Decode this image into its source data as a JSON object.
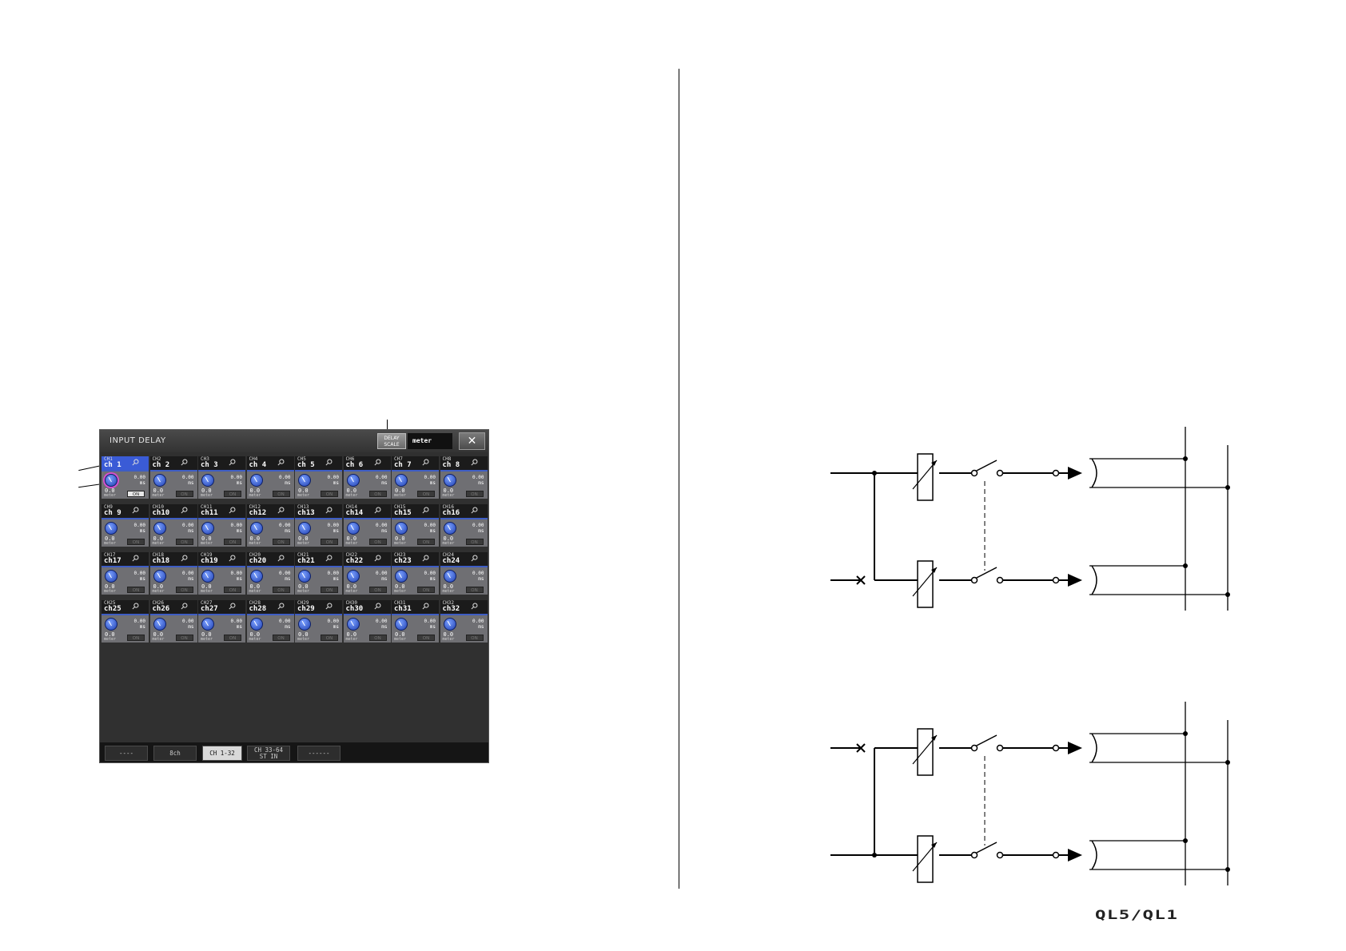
{
  "screen": {
    "title": "INPUT DELAY",
    "scale_button_label_1": "DELAY",
    "scale_button_label_2": "SCALE",
    "scale_value": "meter",
    "close_label": "✕",
    "channels": [
      {
        "id": "CH1",
        "name": "ch 1"
      },
      {
        "id": "CH2",
        "name": "ch 2"
      },
      {
        "id": "CH3",
        "name": "ch 3"
      },
      {
        "id": "CH4",
        "name": "ch 4"
      },
      {
        "id": "CH5",
        "name": "ch 5"
      },
      {
        "id": "CH6",
        "name": "ch 6"
      },
      {
        "id": "CH7",
        "name": "ch 7"
      },
      {
        "id": "CH8",
        "name": "ch 8"
      },
      {
        "id": "CH9",
        "name": "ch 9"
      },
      {
        "id": "CH10",
        "name": "ch10"
      },
      {
        "id": "CH11",
        "name": "ch11"
      },
      {
        "id": "CH12",
        "name": "ch12"
      },
      {
        "id": "CH13",
        "name": "ch13"
      },
      {
        "id": "CH14",
        "name": "ch14"
      },
      {
        "id": "CH15",
        "name": "ch15"
      },
      {
        "id": "CH16",
        "name": "ch16"
      },
      {
        "id": "CH17",
        "name": "ch17"
      },
      {
        "id": "CH18",
        "name": "ch18"
      },
      {
        "id": "CH19",
        "name": "ch19"
      },
      {
        "id": "CH20",
        "name": "ch20"
      },
      {
        "id": "CH21",
        "name": "ch21"
      },
      {
        "id": "CH22",
        "name": "ch22"
      },
      {
        "id": "CH23",
        "name": "ch23"
      },
      {
        "id": "CH24",
        "name": "ch24"
      },
      {
        "id": "CH25",
        "name": "ch25"
      },
      {
        "id": "CH26",
        "name": "ch26"
      },
      {
        "id": "CH27",
        "name": "ch27"
      },
      {
        "id": "CH28",
        "name": "ch28"
      },
      {
        "id": "CH29",
        "name": "ch29"
      },
      {
        "id": "CH30",
        "name": "ch30"
      },
      {
        "id": "CH31",
        "name": "ch31"
      },
      {
        "id": "CH32",
        "name": "ch32"
      }
    ],
    "delay_ms": "0.00",
    "delay_unit": "ms",
    "delay_value": "0.0",
    "delay_value_unit": "meter",
    "on_label": "ON",
    "selected_channel": "CH1",
    "tabs": [
      {
        "label": "----",
        "active": false
      },
      {
        "label": "8ch",
        "active": false
      },
      {
        "label": "CH 1-32",
        "active": true
      },
      {
        "label_1": "CH 33-64",
        "label_2": "ST IN",
        "active": false
      },
      {
        "label": "------",
        "active": false
      }
    ]
  },
  "logo": "QL5/QL1"
}
